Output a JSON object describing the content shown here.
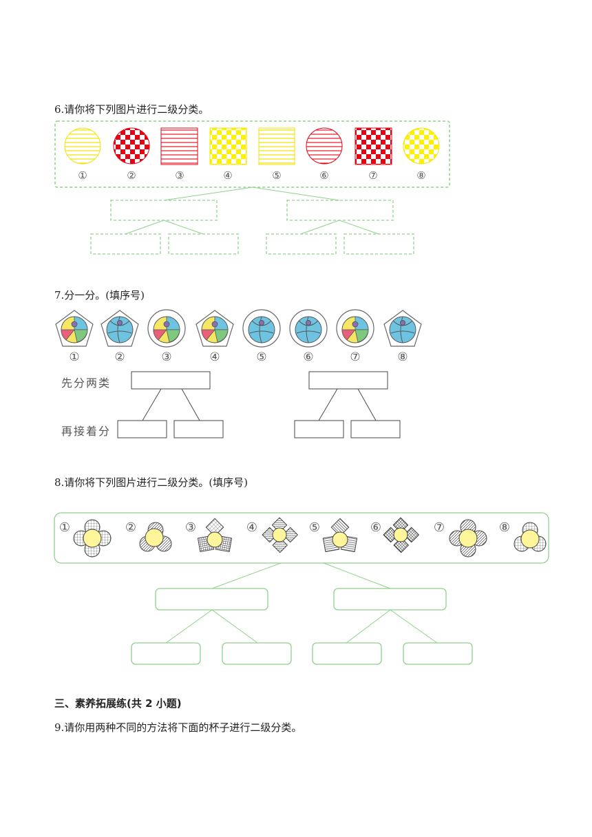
{
  "q6": {
    "text": "6.请你将下列图片进行二级分类。",
    "labels": [
      "①",
      "②",
      "③",
      "④",
      "⑤",
      "⑥",
      "⑦",
      "⑧"
    ]
  },
  "q7": {
    "text": "7.分一分。(填序号)",
    "labels": [
      "①",
      "②",
      "③",
      "④",
      "⑤",
      "⑥",
      "⑦",
      "⑧"
    ],
    "step1": "先分两类",
    "step2": "再接着分"
  },
  "q8": {
    "text": "8.请你将下列图片进行二级分类。(填序号)",
    "labels": [
      "①",
      "②",
      "③",
      "④",
      "⑤",
      "⑥",
      "⑦",
      "⑧"
    ]
  },
  "section3": {
    "title": "三、素养拓展练(共 2 小题)"
  },
  "q9": {
    "text": "9.请你用两种不同的方法将下面的杯子进行二级分类。"
  },
  "colors": {
    "yellow": "#fff200",
    "red": "#e60012",
    "green": "#8fd18a",
    "ball_blue": "#6ec3e0"
  }
}
